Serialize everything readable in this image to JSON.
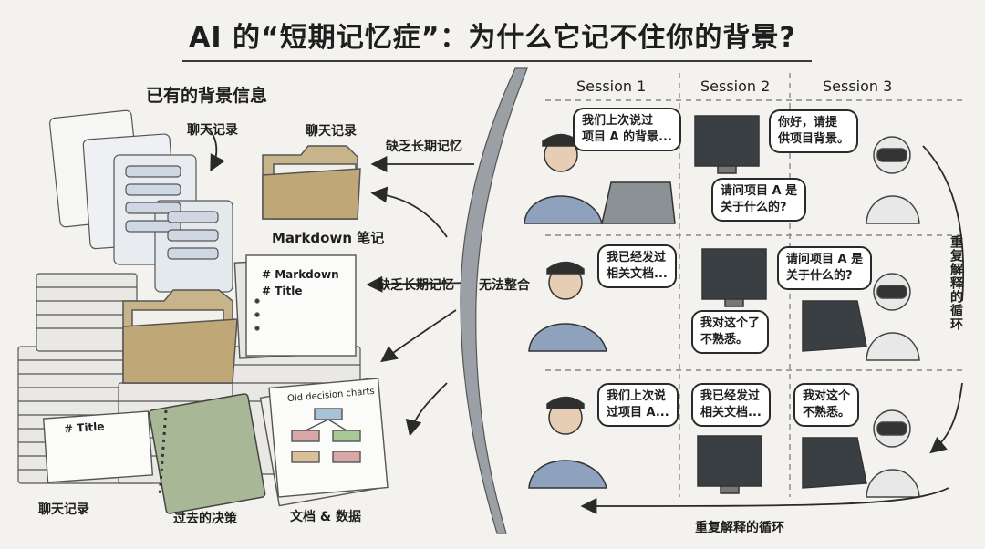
{
  "title": "AI 的“短期记忆症”：为什么它记不住你的背景?",
  "left": {
    "heading": "已有的背景信息",
    "label_chat_top": "聊天记录",
    "label_chat_folder": "聊天记录",
    "label_markdown": "Markdown 笔记",
    "label_chat_bottom": "聊天记录",
    "label_decisions": "过去的决策",
    "label_docs": "文档 & 数据",
    "doc_markdown_line1": "# Markdown",
    "doc_markdown_line2": "# Title",
    "doc_title": "# Title",
    "chart_doc_title": "Old decision charts"
  },
  "middle": {
    "arrow_top": "缺乏长期记忆",
    "arrow_mid": "缺乏长期记忆",
    "integrate": "无法整合"
  },
  "sessions": {
    "headers": [
      "Session 1",
      "Session 2",
      "Session 3"
    ],
    "rows": [
      {
        "user": [
          "我们上次说过",
          "项目 A 的背景..."
        ],
        "ai_greet": [
          "你好，请提",
          "供项目背景。"
        ],
        "ai_ask": [
          "请问项目 A 是",
          "关于什么的?"
        ]
      },
      {
        "user": [
          "我已经发过",
          "相关文档..."
        ],
        "ai_ask": [
          "请问项目 A 是",
          "关于什么的?"
        ],
        "ai_unfamiliar": [
          "我对这个了",
          "不熟悉。"
        ]
      },
      {
        "user": [
          "我们上次说",
          "过项目 A..."
        ],
        "user2": [
          "我已经发过",
          "相关文档..."
        ],
        "ai_unfamiliar": [
          "我对这个",
          "不熟悉。"
        ]
      }
    ],
    "loop_right": "重复解释的循环",
    "loop_bottom": "重复解释的循环"
  }
}
